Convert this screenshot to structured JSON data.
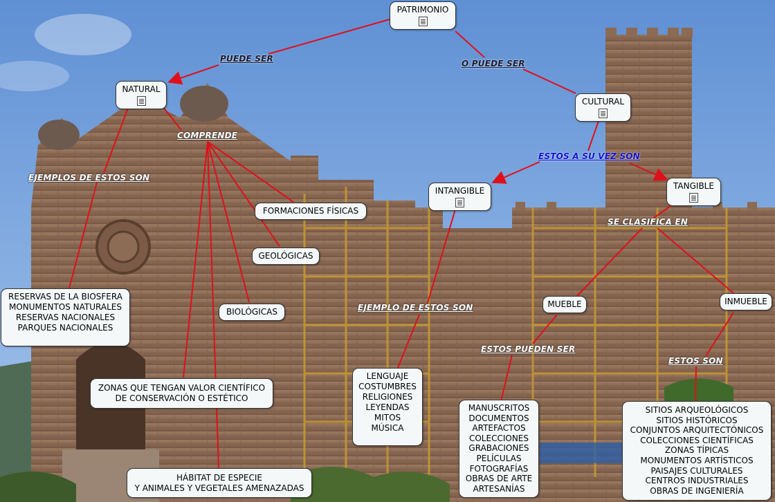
{
  "nodes": {
    "patrimonio": "PATRIMONIO",
    "natural": "NATURAL",
    "cultural": "CULTURAL",
    "intangible": "INTANGIBLE",
    "tangible": "TANGIBLE",
    "formaciones": "FORMACIONES FÍSICAS",
    "geologicas": "GEOLÓGICAS",
    "biologicas": "BIOLÓGICAS",
    "mueble": "MUEBLE",
    "inmueble": "INMUEBLE",
    "reservas": [
      "RESERVAS DE LA BIOSFERA",
      "MONUMENTOS NATURALES",
      "RESERVAS NACIONALES",
      "PARQUES NACIONALES"
    ],
    "zonas": [
      "ZONAS QUE TENGAN VALOR CIENTÍFICO",
      "DE CONSERVACIÓN O ESTÉTICO"
    ],
    "habitat": [
      "HÁBITAT DE ESPECIE",
      "Y ANIMALES Y VEGETALES AMENAZADAS"
    ],
    "lenguaje": [
      "LENGUAJE",
      "COSTUMBRES",
      "RELIGIONES",
      "LEYENDAS",
      "MITOS",
      "MÚSICA"
    ],
    "manuscritos": [
      "MANUSCRITOS",
      "DOCUMENTOS",
      "ARTEFACTOS",
      "COLECCIONES",
      "GRABACIONES",
      "PELÍCULAS",
      "FOTOGRAFÍAS",
      "OBRAS DE ARTE",
      "ARTESANÍAS"
    ],
    "sitios": [
      "SITIOS ARQUEOLÓGICOS",
      "SITIOS HISTÓRICOS",
      "CONJUNTOS ARQUITECTÓNICOS",
      "COLECCIONES CIENTÍFICAS",
      "ZONAS TÍPICAS",
      "MONUMENTOS ARTÍSTICOS",
      "PAISAJES CULTURALES",
      "CENTROS INDUSTRIALES",
      "OBRAS DE INGENIERÍA"
    ]
  },
  "links": {
    "puede_ser": "PUEDE SER",
    "o_puede_ser": "O PUEDE SER",
    "comprende": "COMPRENDE",
    "ejemplos_de_estos_son": "EJEMPLOS DE ESTOS SON",
    "estos_a_su_vez_son": "ESTOS A SU VEZ SON",
    "se_clasifica_en": "SE CLASIFICA EN",
    "ejemplo_de_estos_son": "EJEMPLO DE ESTOS SON",
    "estos_pueden_ser": "ESTOS PUEDEN SER",
    "estos_son": "ESTOS SON"
  },
  "colors": {
    "sky": "#6f9fd8",
    "stone": "#8a6a55",
    "line": "#e0101a",
    "node_bg": "#f4f8f8"
  },
  "icons": [
    "note-icon"
  ]
}
